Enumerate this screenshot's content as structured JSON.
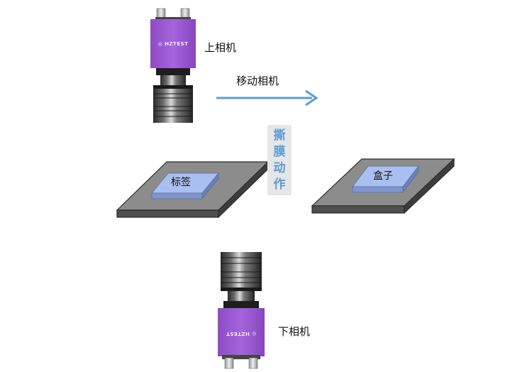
{
  "labels": {
    "top_camera": "上相机",
    "bottom_camera": "下相机",
    "move_camera": "移动相机",
    "peel_action": [
      "撕",
      "膜",
      "动",
      "作"
    ],
    "label_item": "标签",
    "box_item": "盒子"
  },
  "camera": {
    "brand": "HZTEST",
    "body_color": "#9b59d0",
    "lens_color": "#3a3a3a"
  },
  "colors": {
    "arrow": "#5b9bd5",
    "platform_top": "#8c8c8c",
    "platform_side": "#4a4a4a",
    "pad_face": "#a9bff0",
    "action_text": "#5b9bd5"
  }
}
